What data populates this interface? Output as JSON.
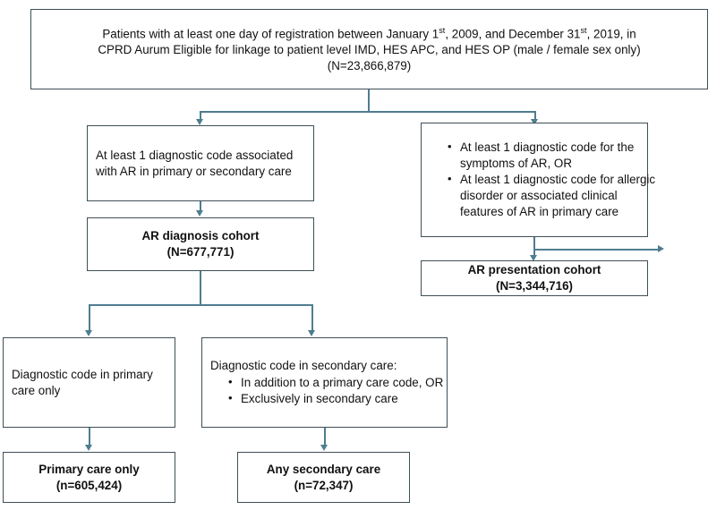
{
  "diagram": {
    "title": "Study cohort derivation flowchart",
    "theme": {
      "box_border": "#3f4f56",
      "connector": "#4f7d90",
      "background": "#ffffff",
      "text": "#111111"
    },
    "nodes": {
      "source_population": {
        "lines": [
          "Patients with at least one day of registration between January 1st, 2009, and December 31st, 2019, in",
          "CPRD Aurum Eligible for linkage to patient level IMD, HES APC, and HES OP (male / female sex only)",
          "(N=23,866,879)"
        ],
        "count_label": "(N=23,866,879)",
        "count_value": 23866879
      },
      "diagnostic_code_branch": {
        "text": "At least 1 diagnostic code associated with AR in primary or secondary care"
      },
      "presentation_criteria_branch": {
        "bullets": [
          "At least 1 diagnostic code for the symptoms of AR, OR",
          "At least 1 diagnostic code for allergic disorder or associated clinical features of AR in primary care"
        ]
      },
      "ar_diagnosis_cohort": {
        "title": "AR diagnosis cohort",
        "count_label": "(N=677,771)",
        "count_value": 677771
      },
      "ar_presentation_cohort": {
        "title": "AR presentation cohort",
        "count_label": "(N=3,344,716)",
        "count_value": 3344716
      },
      "primary_care_only_criteria": {
        "text": "Diagnostic code in primary care only"
      },
      "secondary_care_criteria": {
        "lead": "Diagnostic code in secondary care:",
        "bullets": [
          "In addition to a primary care code, OR",
          "Exclusively in secondary care"
        ]
      },
      "primary_care_only_cohort": {
        "title": "Primary care only",
        "count_label": "(n=605,424)",
        "count_value": 605424
      },
      "any_secondary_care_cohort": {
        "title": "Any secondary care",
        "count_label": "(n=72,347)",
        "count_value": 72347
      }
    }
  }
}
